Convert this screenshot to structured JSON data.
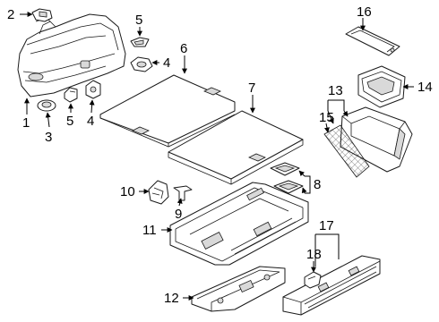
{
  "diagram": {
    "callouts": [
      {
        "id": "c1",
        "label": "1"
      },
      {
        "id": "c2",
        "label": "2"
      },
      {
        "id": "c3",
        "label": "3"
      },
      {
        "id": "c4a",
        "label": "4"
      },
      {
        "id": "c4b",
        "label": "4"
      },
      {
        "id": "c5a",
        "label": "5"
      },
      {
        "id": "c5b",
        "label": "5"
      },
      {
        "id": "c6",
        "label": "6"
      },
      {
        "id": "c7",
        "label": "7"
      },
      {
        "id": "c8",
        "label": "8"
      },
      {
        "id": "c9",
        "label": "9"
      },
      {
        "id": "c10",
        "label": "10"
      },
      {
        "id": "c11",
        "label": "11"
      },
      {
        "id": "c12",
        "label": "12"
      },
      {
        "id": "c13",
        "label": "13"
      },
      {
        "id": "c14",
        "label": "14"
      },
      {
        "id": "c15",
        "label": "15"
      },
      {
        "id": "c16",
        "label": "16"
      },
      {
        "id": "c17",
        "label": "17"
      },
      {
        "id": "c18",
        "label": "18"
      }
    ]
  }
}
